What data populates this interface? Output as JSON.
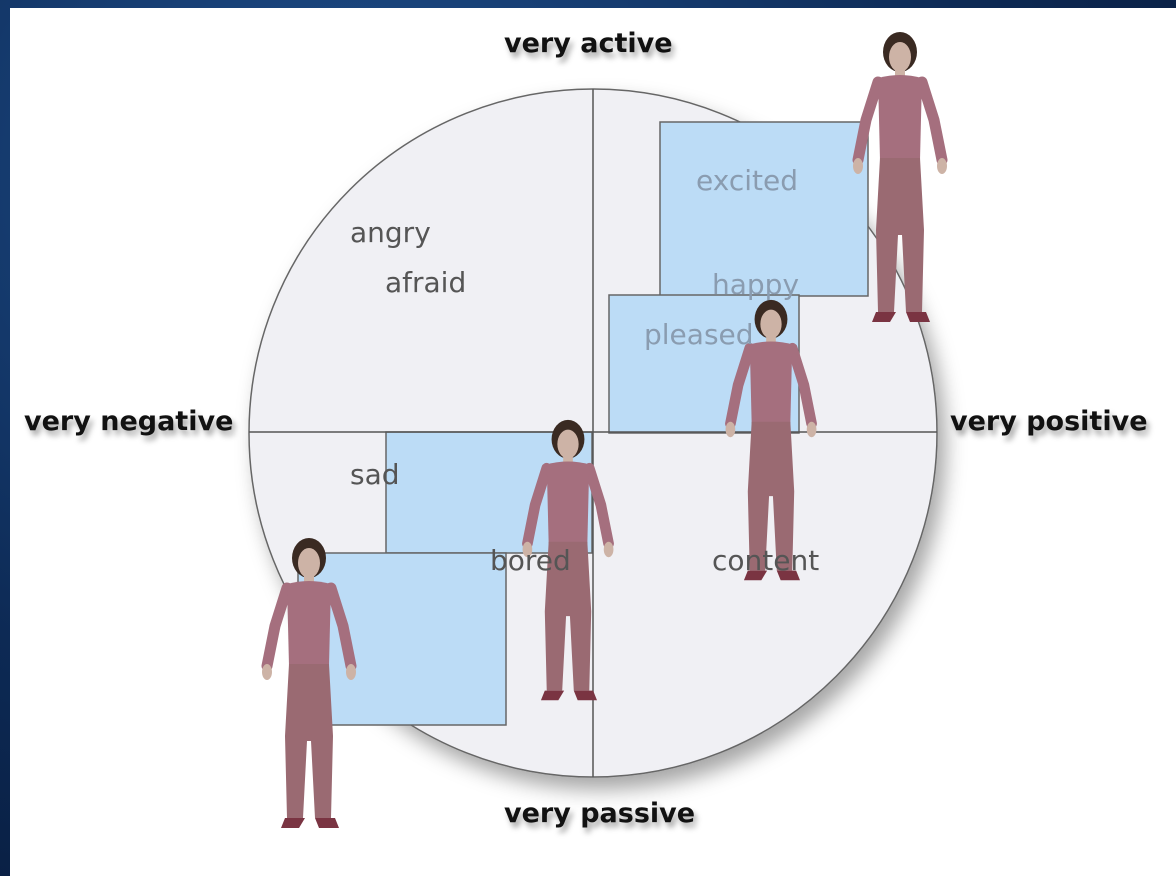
{
  "axes": {
    "top": "very active",
    "bottom": "very passive",
    "left": "very negative",
    "right": "very positive"
  },
  "emotions": {
    "angry": "angry",
    "afraid": "afraid",
    "sad": "sad",
    "bored": "bored",
    "excited": "excited",
    "happy": "happy",
    "pleased": "pleased",
    "content": "content"
  },
  "colors": {
    "background": "#0d2a55",
    "circle_fill": "#f0f0f4",
    "region_fill": "#bcdcf6",
    "figure_top": "#a56f7e",
    "figure_pants": "#9a6a72",
    "figure_hair": "#3a2a22",
    "figure_skin": "#cdb3a6"
  },
  "figures": [
    {
      "name": "excited-figure",
      "icon": "standing-woman-icon"
    },
    {
      "name": "pleased-figure",
      "icon": "standing-woman-icon"
    },
    {
      "name": "bored-figure",
      "icon": "standing-woman-icon"
    },
    {
      "name": "sad-figure",
      "icon": "standing-woman-icon"
    }
  ]
}
